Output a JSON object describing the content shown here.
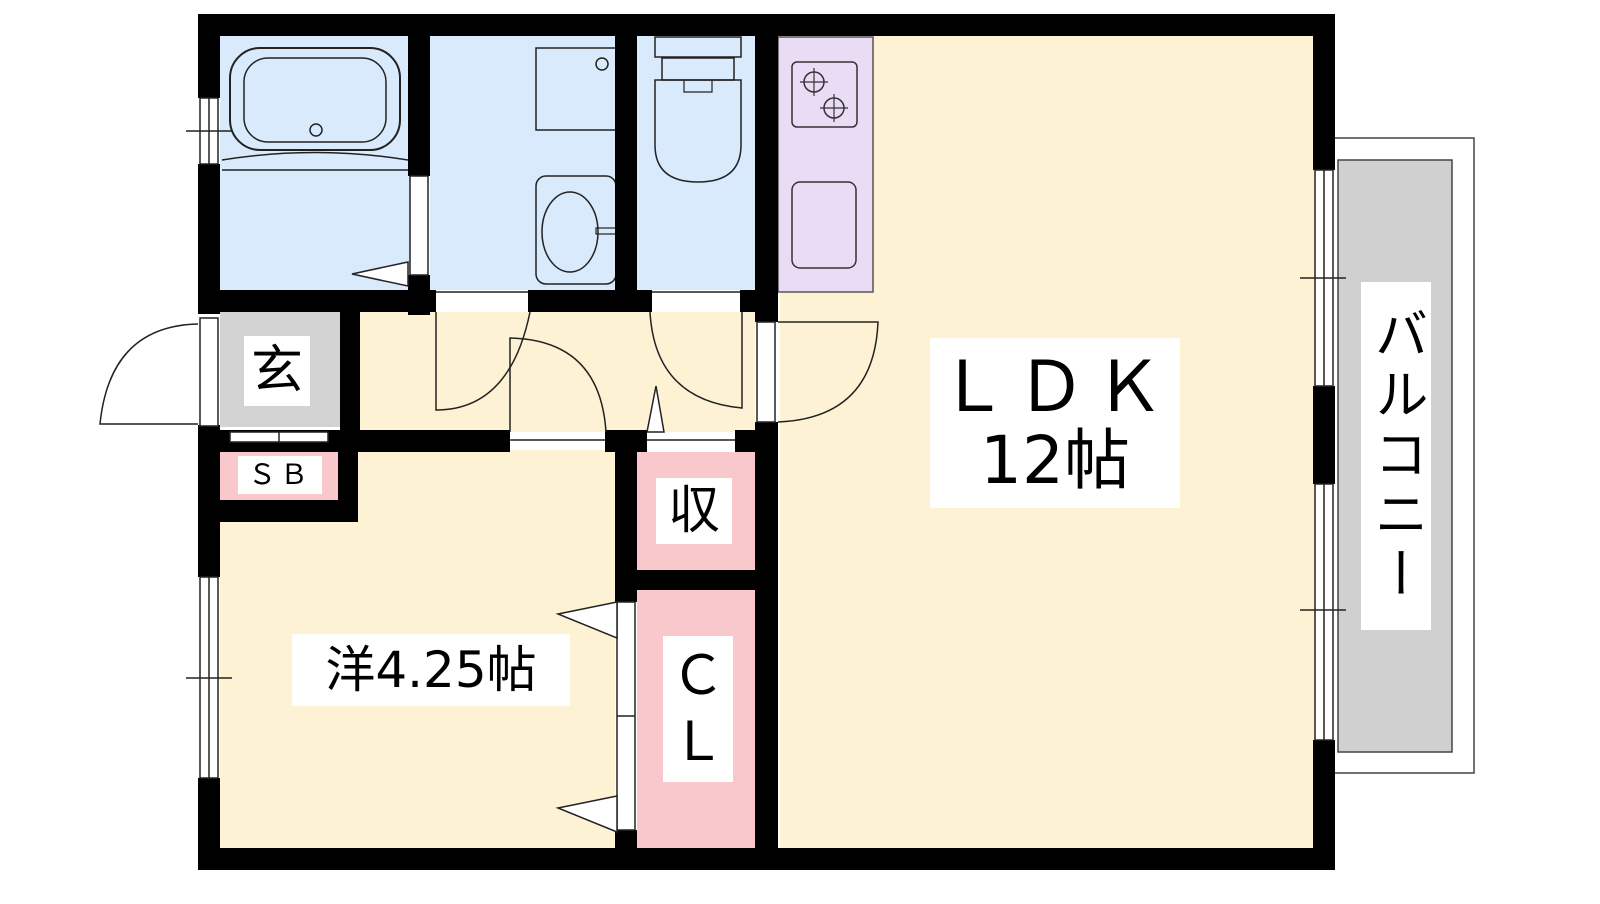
{
  "rooms": {
    "ldk": {
      "name": "ＬＤＫ",
      "size": "12帖"
    },
    "western": {
      "label": "洋4.25帖"
    },
    "entrance": {
      "label": "玄"
    },
    "shoe_box": {
      "label": "ＳＢ"
    },
    "storage": {
      "label": "収"
    },
    "closet": {
      "line1": "Ｃ",
      "line2": "Ｌ"
    },
    "balcony": {
      "label": "バルコニー"
    }
  },
  "colors": {
    "wall": "#000000",
    "living_floor": "#fdf2d4",
    "wet_area": "#d8eafc",
    "kitchen": "#eadcf4",
    "storage": "#f8c8cc",
    "entrance": "#d3d3d3",
    "balcony": "#d0d0d0"
  }
}
